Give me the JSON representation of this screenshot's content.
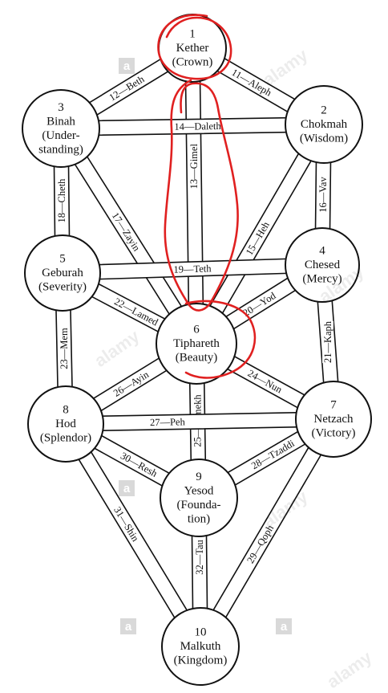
{
  "diagram": {
    "nodes": [
      {
        "id": "1",
        "lines": [
          "1",
          "Kether",
          "(Crown)"
        ]
      },
      {
        "id": "2",
        "lines": [
          "2",
          "Chokmah",
          "(Wisdom)"
        ]
      },
      {
        "id": "3",
        "lines": [
          "3",
          "Binah",
          "(Under-",
          "standing)"
        ]
      },
      {
        "id": "4",
        "lines": [
          "4",
          "Chesed",
          "(Mercy)"
        ]
      },
      {
        "id": "5",
        "lines": [
          "5",
          "Geburah",
          "(Severity)"
        ]
      },
      {
        "id": "6",
        "lines": [
          "6",
          "Tiphareth",
          "(Beauty)"
        ]
      },
      {
        "id": "7",
        "lines": [
          "7",
          "Netzach",
          "(Victory)"
        ]
      },
      {
        "id": "8",
        "lines": [
          "8",
          "Hod",
          "(Splendor)"
        ]
      },
      {
        "id": "9",
        "lines": [
          "9",
          "Yesod",
          "(Founda-",
          "tion)"
        ]
      },
      {
        "id": "10",
        "lines": [
          "10",
          "Malkuth",
          "(Kingdom)"
        ]
      }
    ],
    "paths": [
      {
        "from": "1",
        "to": "2",
        "label": "11—Aleph"
      },
      {
        "from": "1",
        "to": "3",
        "label": "12—Beth"
      },
      {
        "from": "1",
        "to": "6",
        "label": "13—Gimel"
      },
      {
        "from": "2",
        "to": "3",
        "label": "14—Daleth"
      },
      {
        "from": "2",
        "to": "6",
        "label": "15—Heh"
      },
      {
        "from": "2",
        "to": "4",
        "label": "16—Vav"
      },
      {
        "from": "3",
        "to": "6",
        "label": "17—Zayin"
      },
      {
        "from": "3",
        "to": "5",
        "label": "18—Cheth"
      },
      {
        "from": "4",
        "to": "5",
        "label": "19—Teth"
      },
      {
        "from": "4",
        "to": "6",
        "label": "20—Yod"
      },
      {
        "from": "4",
        "to": "7",
        "label": "21—Kaph"
      },
      {
        "from": "5",
        "to": "6",
        "label": "22—Lamed"
      },
      {
        "from": "5",
        "to": "8",
        "label": "23—Mem"
      },
      {
        "from": "6",
        "to": "7",
        "label": "24—Nun"
      },
      {
        "from": "6",
        "to": "8",
        "label": "26—Ayin"
      },
      {
        "from": "6",
        "to": "9",
        "label": "25—Samekh"
      },
      {
        "from": "7",
        "to": "8",
        "label": "27—Peh"
      },
      {
        "from": "7",
        "to": "9",
        "label": "28—Tzaddi"
      },
      {
        "from": "7",
        "to": "10",
        "label": "29—Qoph"
      },
      {
        "from": "8",
        "to": "9",
        "label": "30—Resh"
      },
      {
        "from": "8",
        "to": "10",
        "label": "31—Shin"
      },
      {
        "from": "9",
        "to": "10",
        "label": "32—Tau"
      }
    ],
    "highlight_color": "#e02020",
    "highlighted_nodes": [
      "1",
      "6"
    ]
  },
  "watermark": {
    "brand": "alamy",
    "badge_glyph": "a"
  }
}
